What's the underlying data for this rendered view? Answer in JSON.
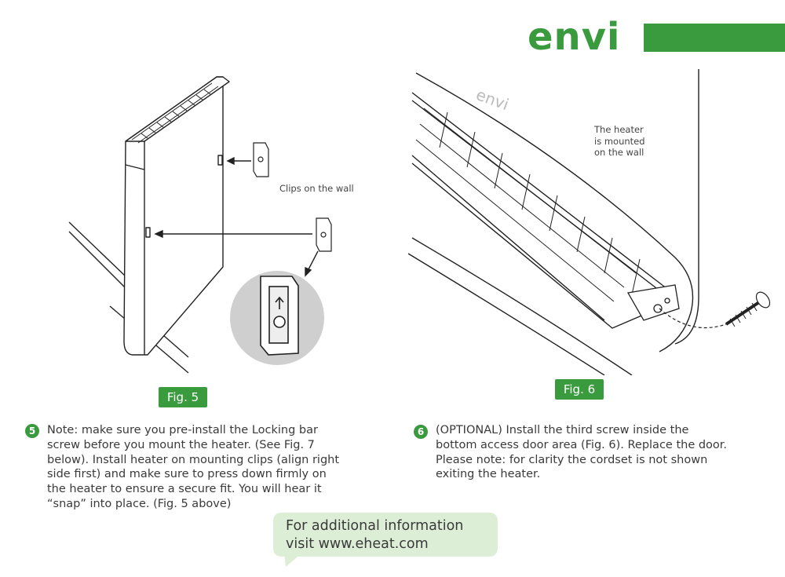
{
  "brand": {
    "logo_text": "envi",
    "accent_color": "#3a9a3e",
    "bubble_color": "#ddeed7"
  },
  "figures": [
    {
      "label": "Fig. 5",
      "callout": "Clips on the wall",
      "icon": "heater-clip-diagram"
    },
    {
      "label": "Fig. 6",
      "callout": "The heater\nis mounted\non the wall",
      "product_mark": "envi",
      "icon": "heater-bottom-screw-diagram"
    }
  ],
  "steps": [
    {
      "number": "5",
      "text": "Note: make sure you pre-install the Locking bar\nscrew before you mount the heater. (See Fig. 7\nbelow). Install heater on mounting clips (align right\nside first) and make sure to press down firmly on\nthe heater to ensure a secure fit. You will hear it\n“snap” into place. (Fig. 5 above)"
    },
    {
      "number": "6",
      "text": "(OPTIONAL) Install the third screw inside the\nbottom access door area (Fig. 6). Replace the door.\nPlease note: for clarity the cordset is not shown\nexiting the heater."
    }
  ],
  "info": {
    "text": "For additional information\nvisit www.eheat.com"
  }
}
